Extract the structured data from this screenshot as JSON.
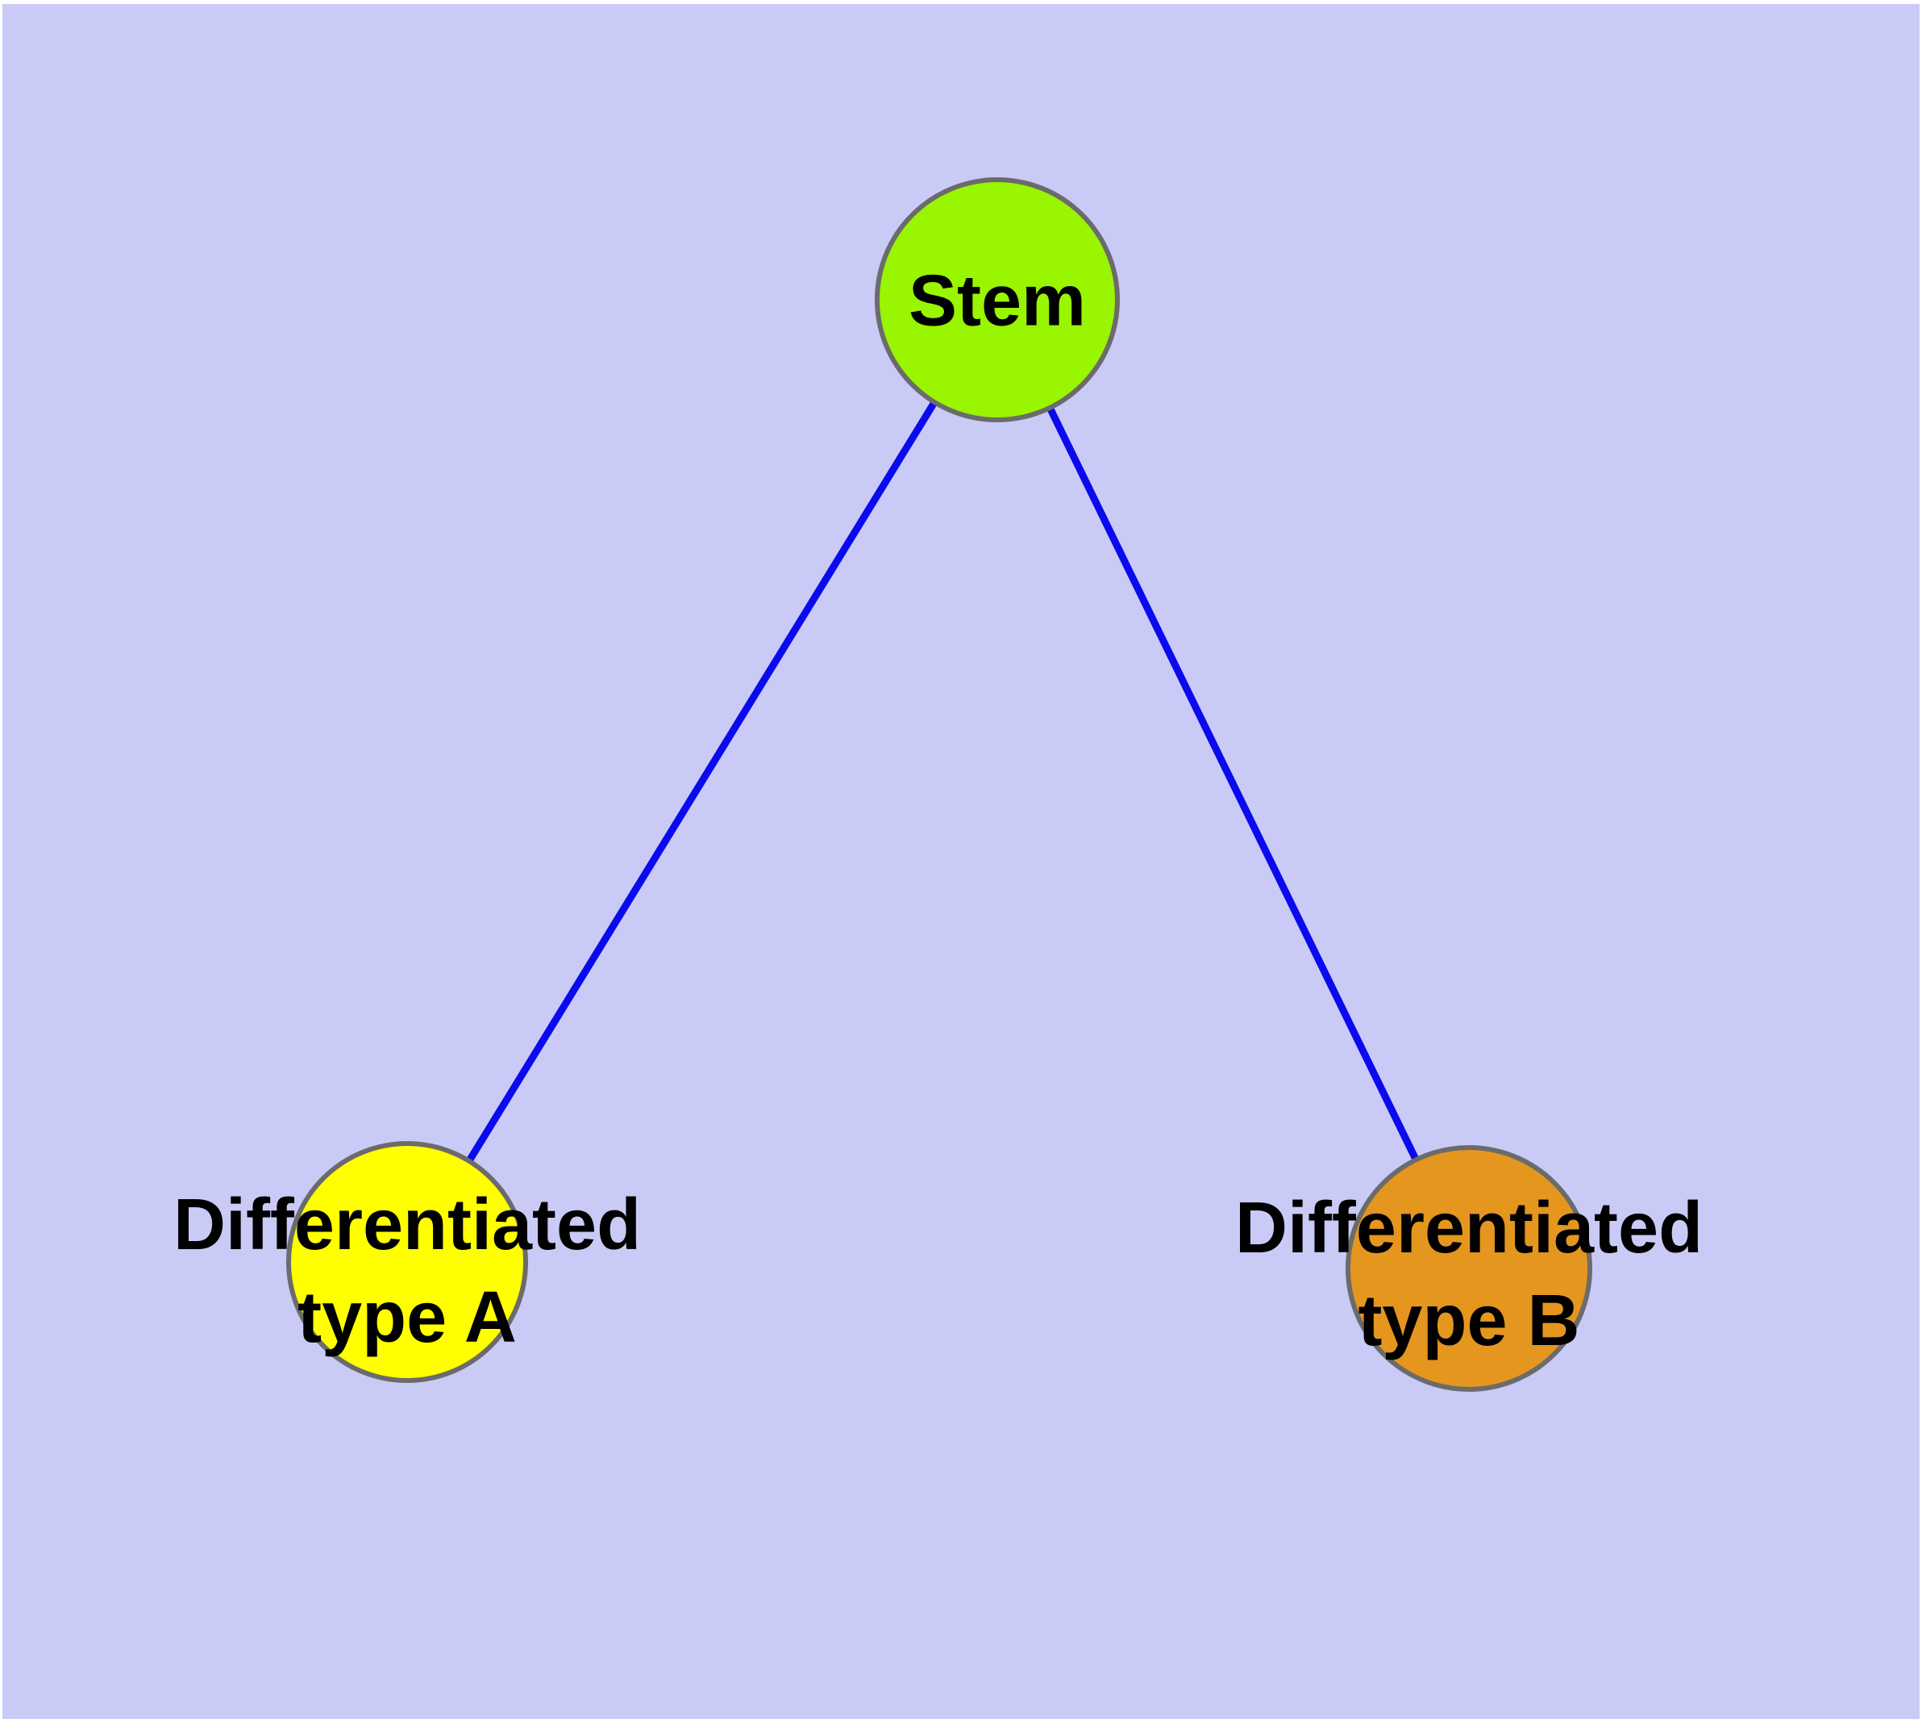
{
  "diagram": {
    "background_color": "#CACAF6",
    "margin_color": "#FFFFFF",
    "edge_color": "#0A0AEE",
    "node_border_color": "#6B6B6B",
    "text_color": "#000000",
    "nodes": [
      {
        "id": "stem",
        "label": "Stem",
        "fill": "#99F500"
      },
      {
        "id": "differentiated-type-a",
        "label": "Differentiated\ntype A",
        "fill": "#FFFF00"
      },
      {
        "id": "differentiated-type-b",
        "label": "Differentiated\ntype B",
        "fill": "#E5961F"
      }
    ],
    "edges": [
      {
        "from": "Stem",
        "to": "Differentiated type A"
      },
      {
        "from": "Stem",
        "to": "Differentiated type B"
      }
    ]
  }
}
